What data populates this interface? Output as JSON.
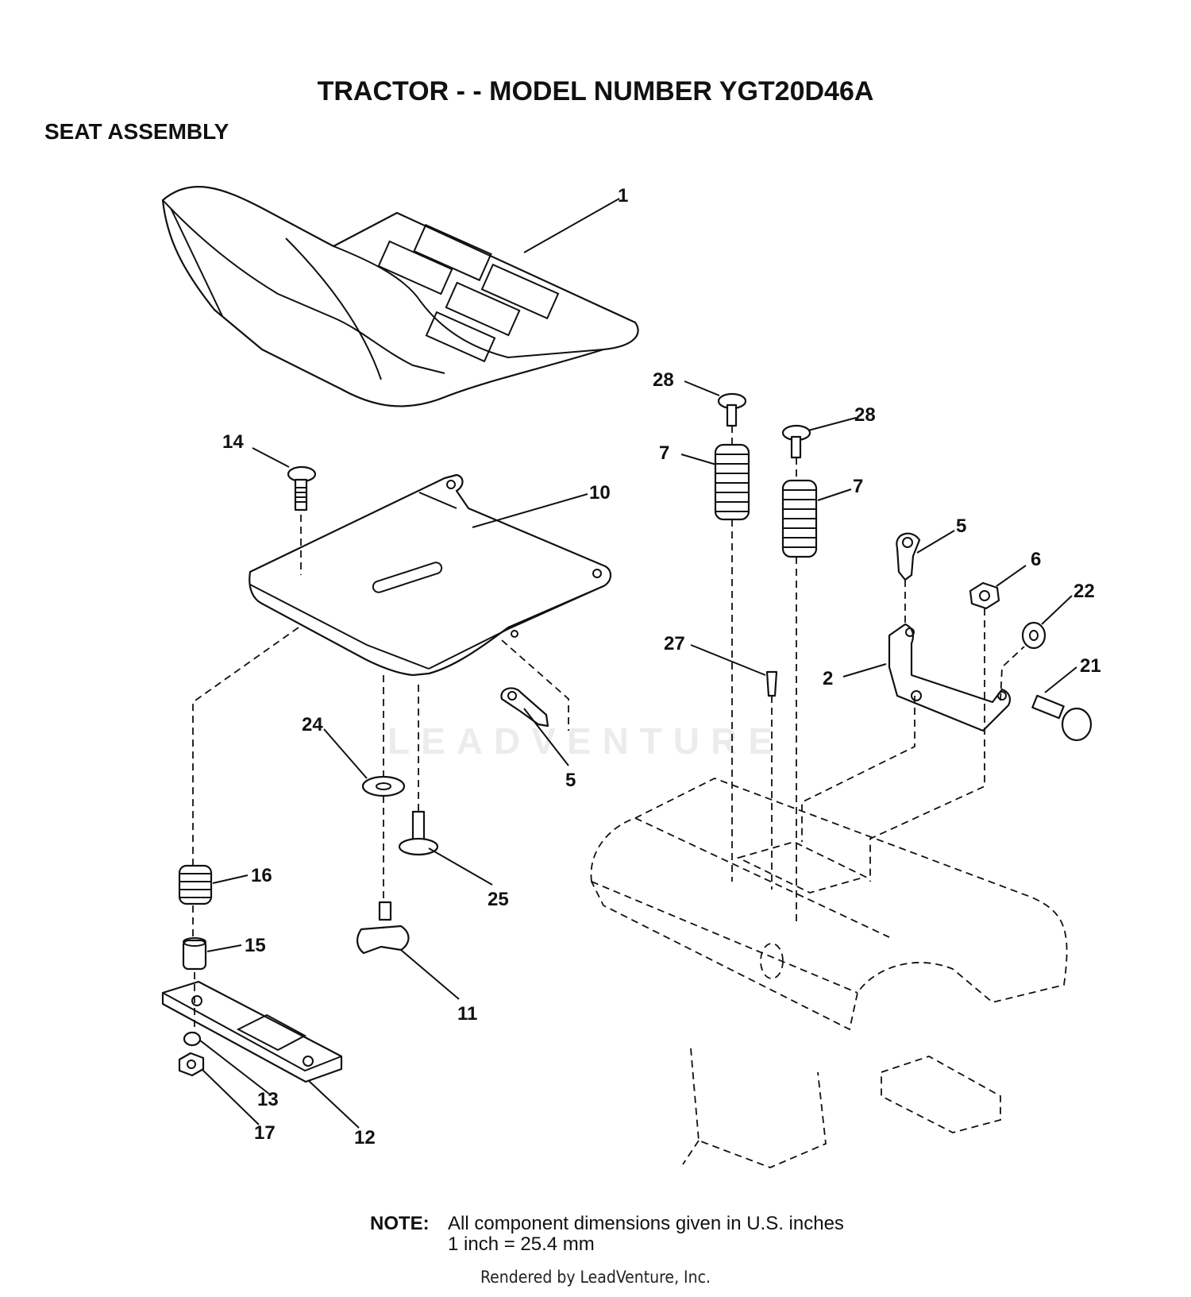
{
  "title": "TRACTOR - - MODEL NUMBER YGT20D46A",
  "subtitle": "SEAT ASSEMBLY",
  "watermark": "LEADVENTURE",
  "callouts": [
    "1",
    "28",
    "28",
    "7",
    "7",
    "14",
    "10",
    "5",
    "6",
    "22",
    "27",
    "2",
    "21",
    "24",
    "5",
    "16",
    "25",
    "15",
    "11",
    "13",
    "17",
    "12"
  ],
  "note": {
    "label": "NOTE:",
    "line1": "All component dimensions given in U.S. inches",
    "line2": "1 inch = 25.4 mm"
  },
  "footer": "Rendered by LeadVenture, Inc."
}
